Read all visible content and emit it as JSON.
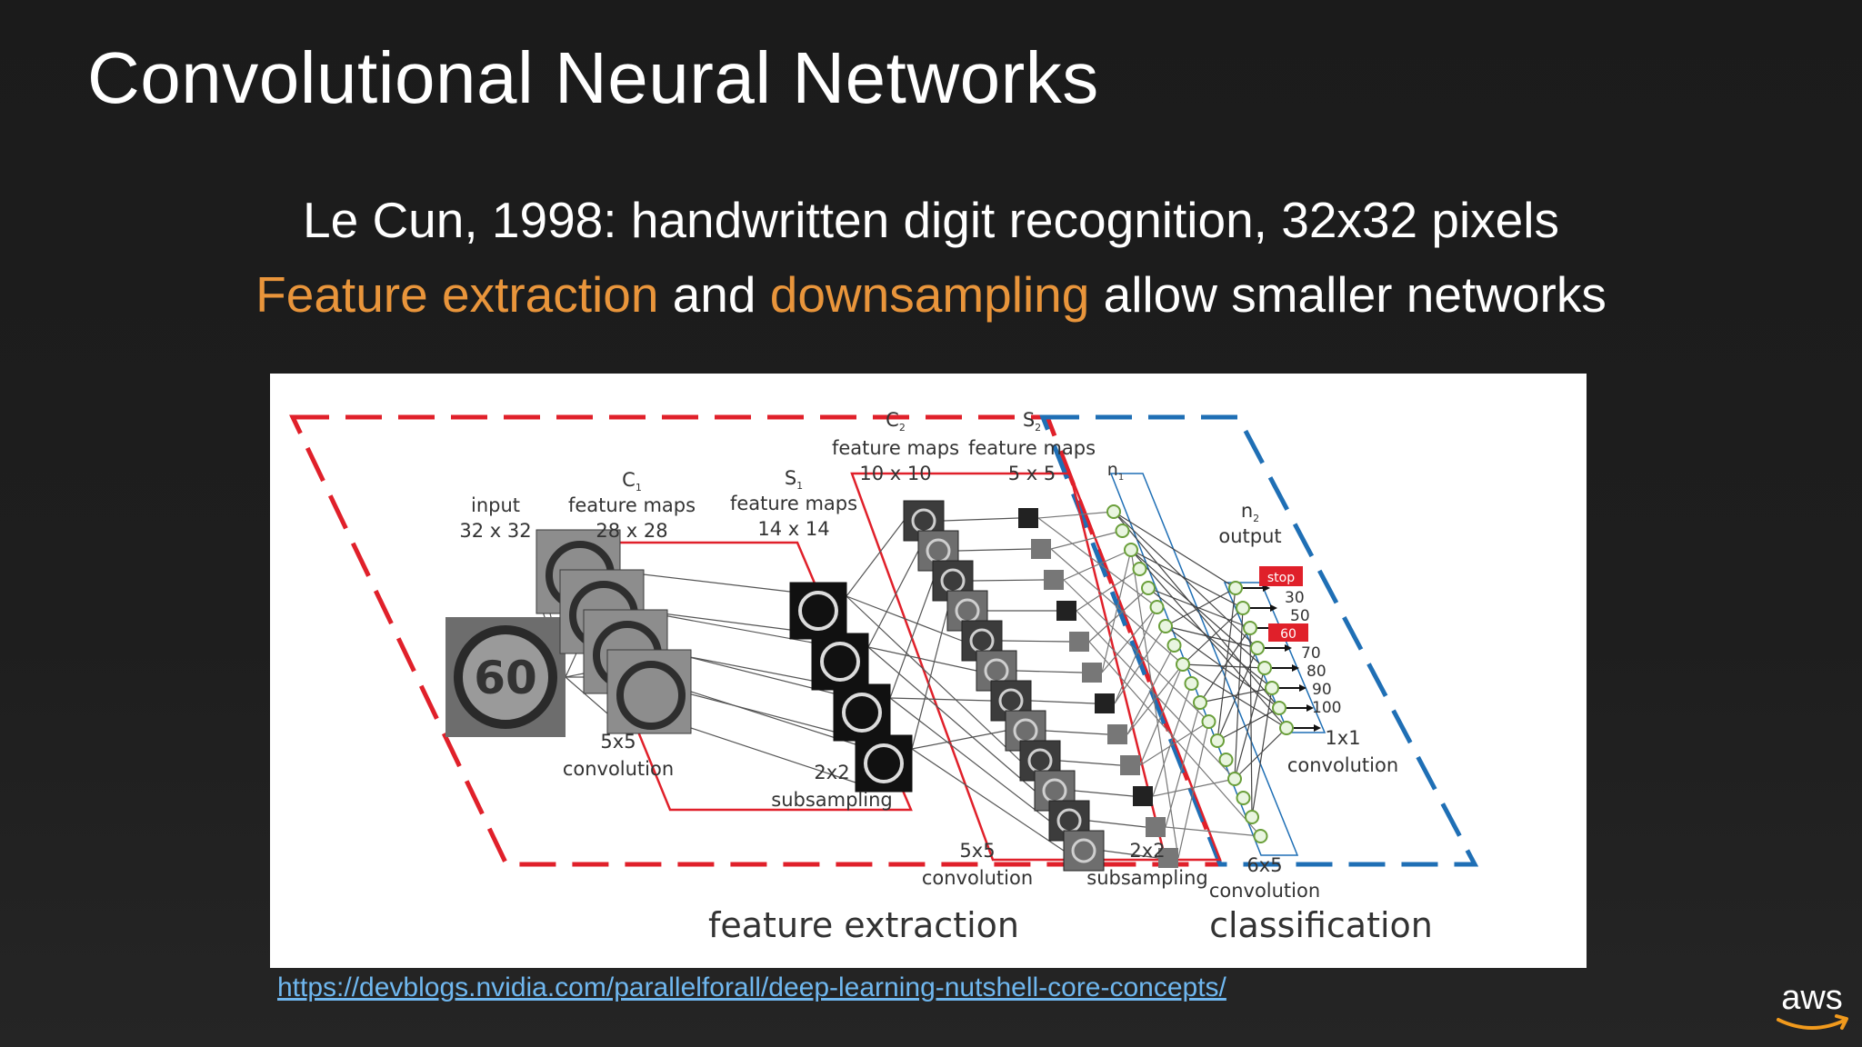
{
  "slide": {
    "title": "Convolutional Neural Networks",
    "subtitle_line1": "Le Cun, 1998: handwritten digit recognition, 32x32 pixels",
    "subtitle_line2": {
      "part1": "Feature extraction",
      "part2": " and ",
      "part3": "downsampling",
      "part4": " allow smaller networks"
    },
    "accent_color": "#e9953b",
    "link": "https://devblogs.nvidia.com/parallelforall/deep-learning-nutshell-core-concepts/",
    "logo_text": "aws"
  },
  "diagram": {
    "input": {
      "title": "input",
      "size": "32 x 32",
      "sign_text": "60"
    },
    "c1": {
      "sym": "C",
      "sub": "1",
      "title": "feature maps",
      "size": "28 x 28"
    },
    "s1": {
      "sym": "S",
      "sub": "1",
      "title": "feature maps",
      "size": "14 x 14"
    },
    "c2": {
      "sym": "C",
      "sub": "2",
      "title": "feature maps",
      "size": "10 x 10"
    },
    "s2": {
      "sym": "S",
      "sub": "2",
      "title": "feature maps",
      "size": "5 x 5"
    },
    "n1": {
      "sym": "n",
      "sub": "1"
    },
    "n2": {
      "sym": "n",
      "sub": "2",
      "title": "output"
    },
    "op1": {
      "line1": "5x5",
      "line2": "convolution"
    },
    "op2": {
      "line1": "2x2",
      "line2": "subsampling"
    },
    "op3": {
      "line1": "5x5",
      "line2": "convolution"
    },
    "op4": {
      "line1": "2x2",
      "line2": "subsampling"
    },
    "op5": {
      "line1": "6x5",
      "line2": "convolution"
    },
    "op6": {
      "line1": "1x1",
      "line2": "convolution"
    },
    "outputs": [
      "30",
      "50",
      "70",
      "80",
      "90",
      "100"
    ],
    "highlighted_outputs": [
      "stop",
      "60"
    ],
    "section_left": "feature extraction",
    "section_right": "classification",
    "feature_color": "#e0202a",
    "classification_color": "#1f6fb5"
  }
}
